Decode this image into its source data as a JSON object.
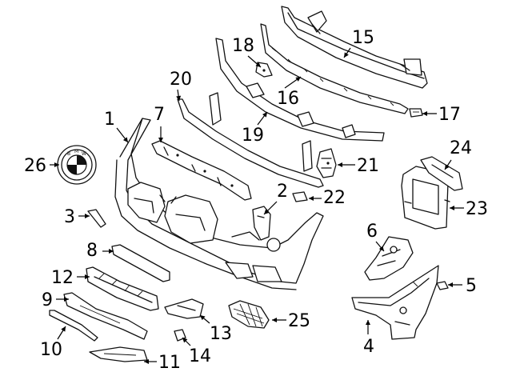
{
  "callouts": [
    {
      "id": "1",
      "label": "1"
    },
    {
      "id": "2",
      "label": "2"
    },
    {
      "id": "3",
      "label": "3"
    },
    {
      "id": "4",
      "label": "4"
    },
    {
      "id": "5",
      "label": "5"
    },
    {
      "id": "6",
      "label": "6"
    },
    {
      "id": "7",
      "label": "7"
    },
    {
      "id": "8",
      "label": "8"
    },
    {
      "id": "9",
      "label": "9"
    },
    {
      "id": "10",
      "label": "10"
    },
    {
      "id": "11",
      "label": "11"
    },
    {
      "id": "12",
      "label": "12"
    },
    {
      "id": "13",
      "label": "13"
    },
    {
      "id": "14",
      "label": "14"
    },
    {
      "id": "15",
      "label": "15"
    },
    {
      "id": "16",
      "label": "16"
    },
    {
      "id": "17",
      "label": "17"
    },
    {
      "id": "18",
      "label": "18"
    },
    {
      "id": "19",
      "label": "19"
    },
    {
      "id": "20",
      "label": "20"
    },
    {
      "id": "21",
      "label": "21"
    },
    {
      "id": "22",
      "label": "22"
    },
    {
      "id": "23",
      "label": "23"
    },
    {
      "id": "24",
      "label": "24"
    },
    {
      "id": "25",
      "label": "25"
    },
    {
      "id": "26",
      "label": "26"
    }
  ],
  "emblem": {
    "letters": [
      "B",
      "M",
      "W"
    ]
  },
  "colors": {
    "ink": "#111111",
    "background": "#ffffff"
  }
}
